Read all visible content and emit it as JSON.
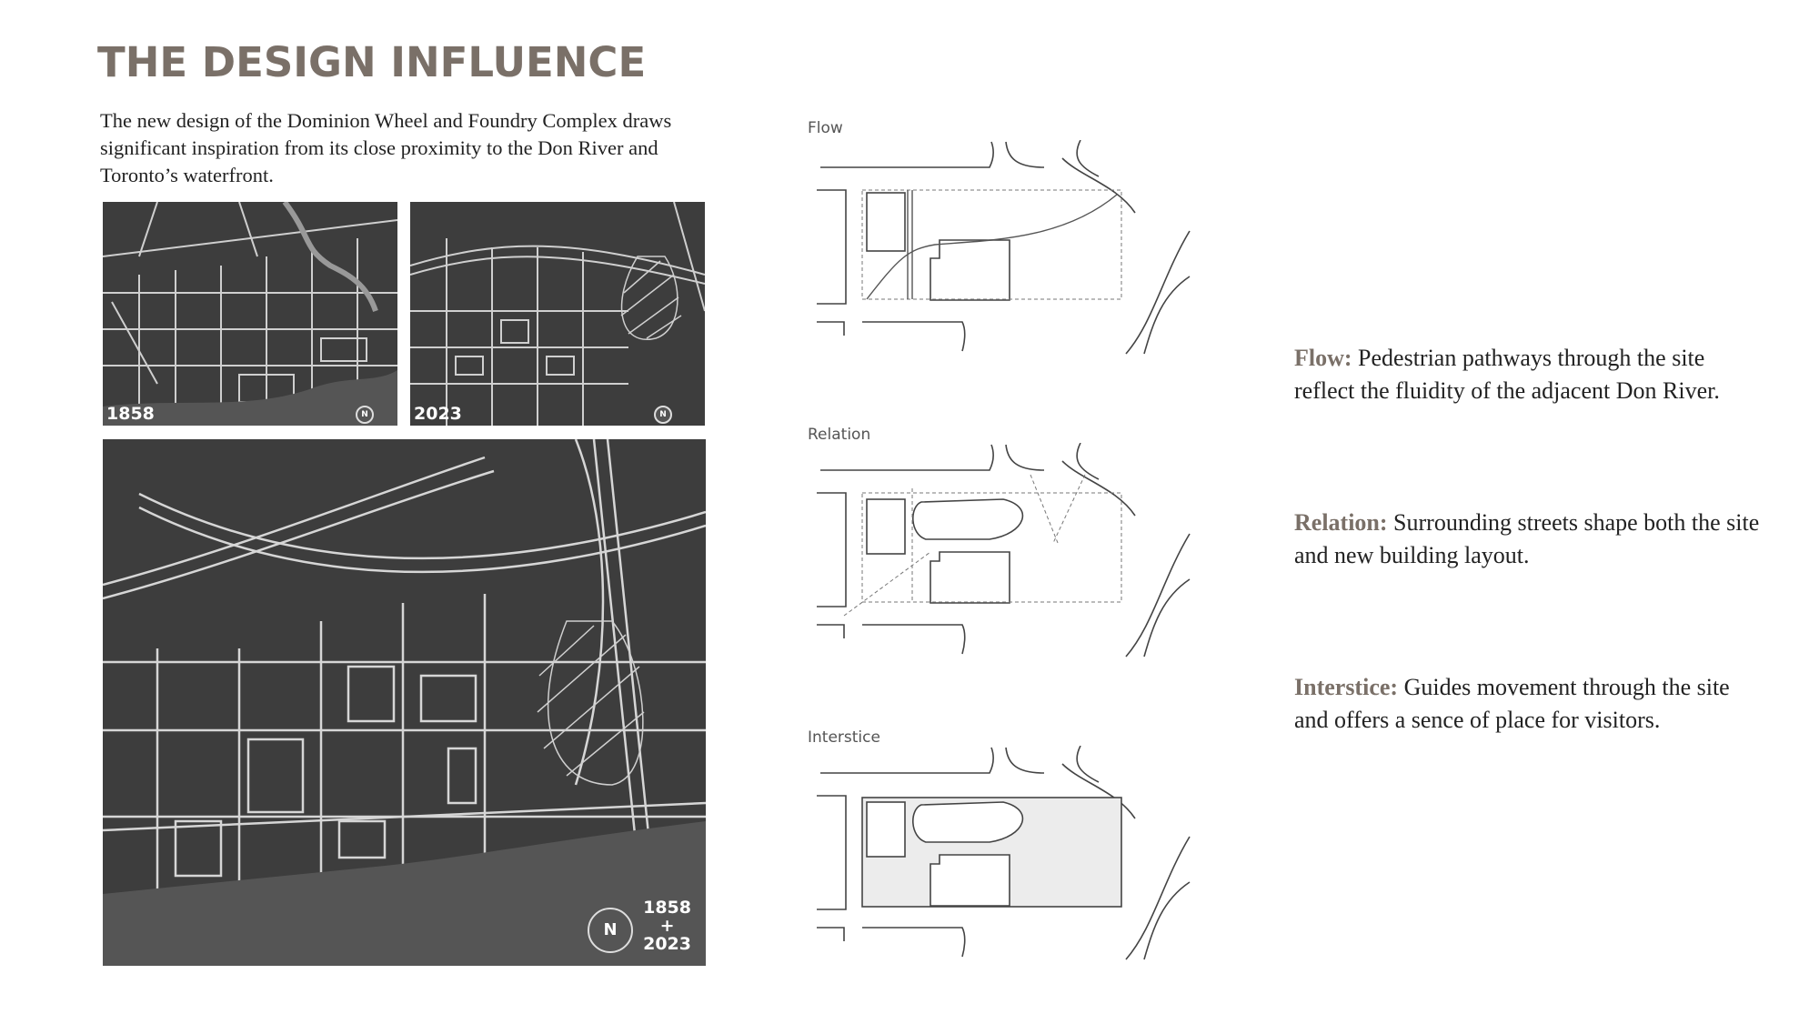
{
  "title": "THE DESIGN INFLUENCE",
  "intro": "The new design of the Dominion Wheel and Foundry Complex draws significant inspiration from its close proximity to the Don River and Toronto’s waterfront.",
  "maps": {
    "map1_label": "1858",
    "map2_label": "2023",
    "combined_label_top": "1858",
    "combined_label_mid": "+",
    "combined_label_bottom": "2023",
    "north_label": "N"
  },
  "diagrams": [
    {
      "label": "Flow"
    },
    {
      "label": "Relation"
    },
    {
      "label": "Interstice"
    }
  ],
  "descriptions": [
    {
      "term": "Flow:",
      "text": " Pedestrian pathways through the site reflect the fluidity of the adjacent Don River."
    },
    {
      "term": "Relation:",
      "text": " Surrounding streets shape both the site and new building layout."
    },
    {
      "term": "Interstice:",
      "text": " Guides movement through the site and offers a sence of place for visitors."
    }
  ],
  "colors": {
    "accent": "#7a7068",
    "text": "#222222",
    "map_bg": "#3d3d3d"
  }
}
